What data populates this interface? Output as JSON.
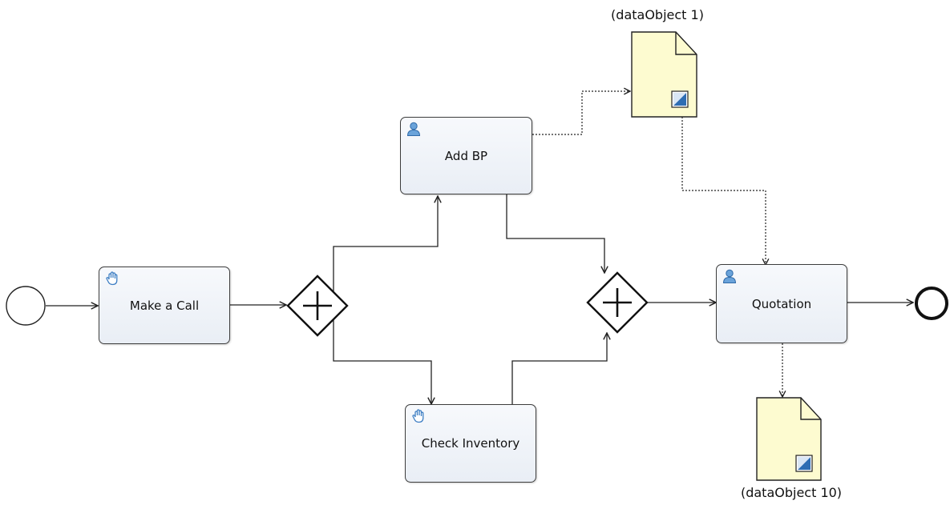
{
  "colors": {
    "line": "#222222",
    "task_fill": "#eef2f7",
    "task_border": "#3d3d3d",
    "doc_fill": "#fdfbd0",
    "icon_blue": "#3f7fc4",
    "marker_blue": "#2e6db3"
  },
  "process": {
    "start_event": {
      "icon": "start-event-circle"
    },
    "end_event": {
      "icon": "end-event-thick-circle"
    },
    "tasks": {
      "make_call": {
        "label": "Make a Call",
        "icon": "hand-icon"
      },
      "add_bp": {
        "label": "Add BP",
        "icon": "user-icon"
      },
      "check_inventory": {
        "label": "Check Inventory",
        "icon": "hand-icon"
      },
      "quotation": {
        "label": "Quotation",
        "icon": "user-icon"
      }
    },
    "gateways": {
      "split": {
        "icon": "parallel-gateway-plus"
      },
      "join": {
        "icon": "parallel-gateway-plus"
      }
    },
    "data_objects": {
      "data1": {
        "label": "(dataObject 1)",
        "icon": "collection-marker-icon"
      },
      "data10": {
        "label": "(dataObject 10)",
        "icon": "collection-marker-icon"
      }
    }
  }
}
